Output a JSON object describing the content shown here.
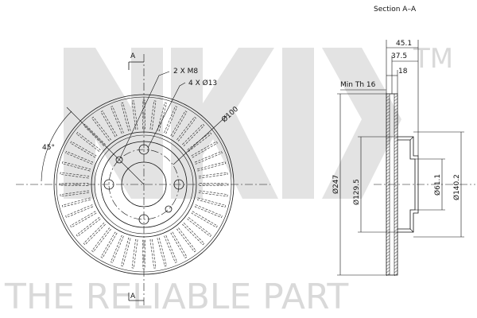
{
  "watermark": {
    "brand": "NK",
    "trademark": "TM",
    "tagline": "THE RELIABLE PART"
  },
  "section_view": {
    "title": "Section A–A",
    "dim_width_total": "45.1",
    "dim_hat_depth": "37.5",
    "dim_thickness": "18",
    "min_thickness": "Min Th 16",
    "dia_outer": "Ø247",
    "dia_hat": "Ø129.5",
    "dia_center_bore": "Ø61.1",
    "dia_hub": "Ø140.2"
  },
  "front_view": {
    "section_marker": "A",
    "thread_holes": "2 X M8",
    "bolt_holes": "4 X Ø13",
    "pcd": "Ø100",
    "angle": "45°"
  },
  "colors": {
    "lines": "#111111",
    "watermark": "#d9d9d9"
  }
}
